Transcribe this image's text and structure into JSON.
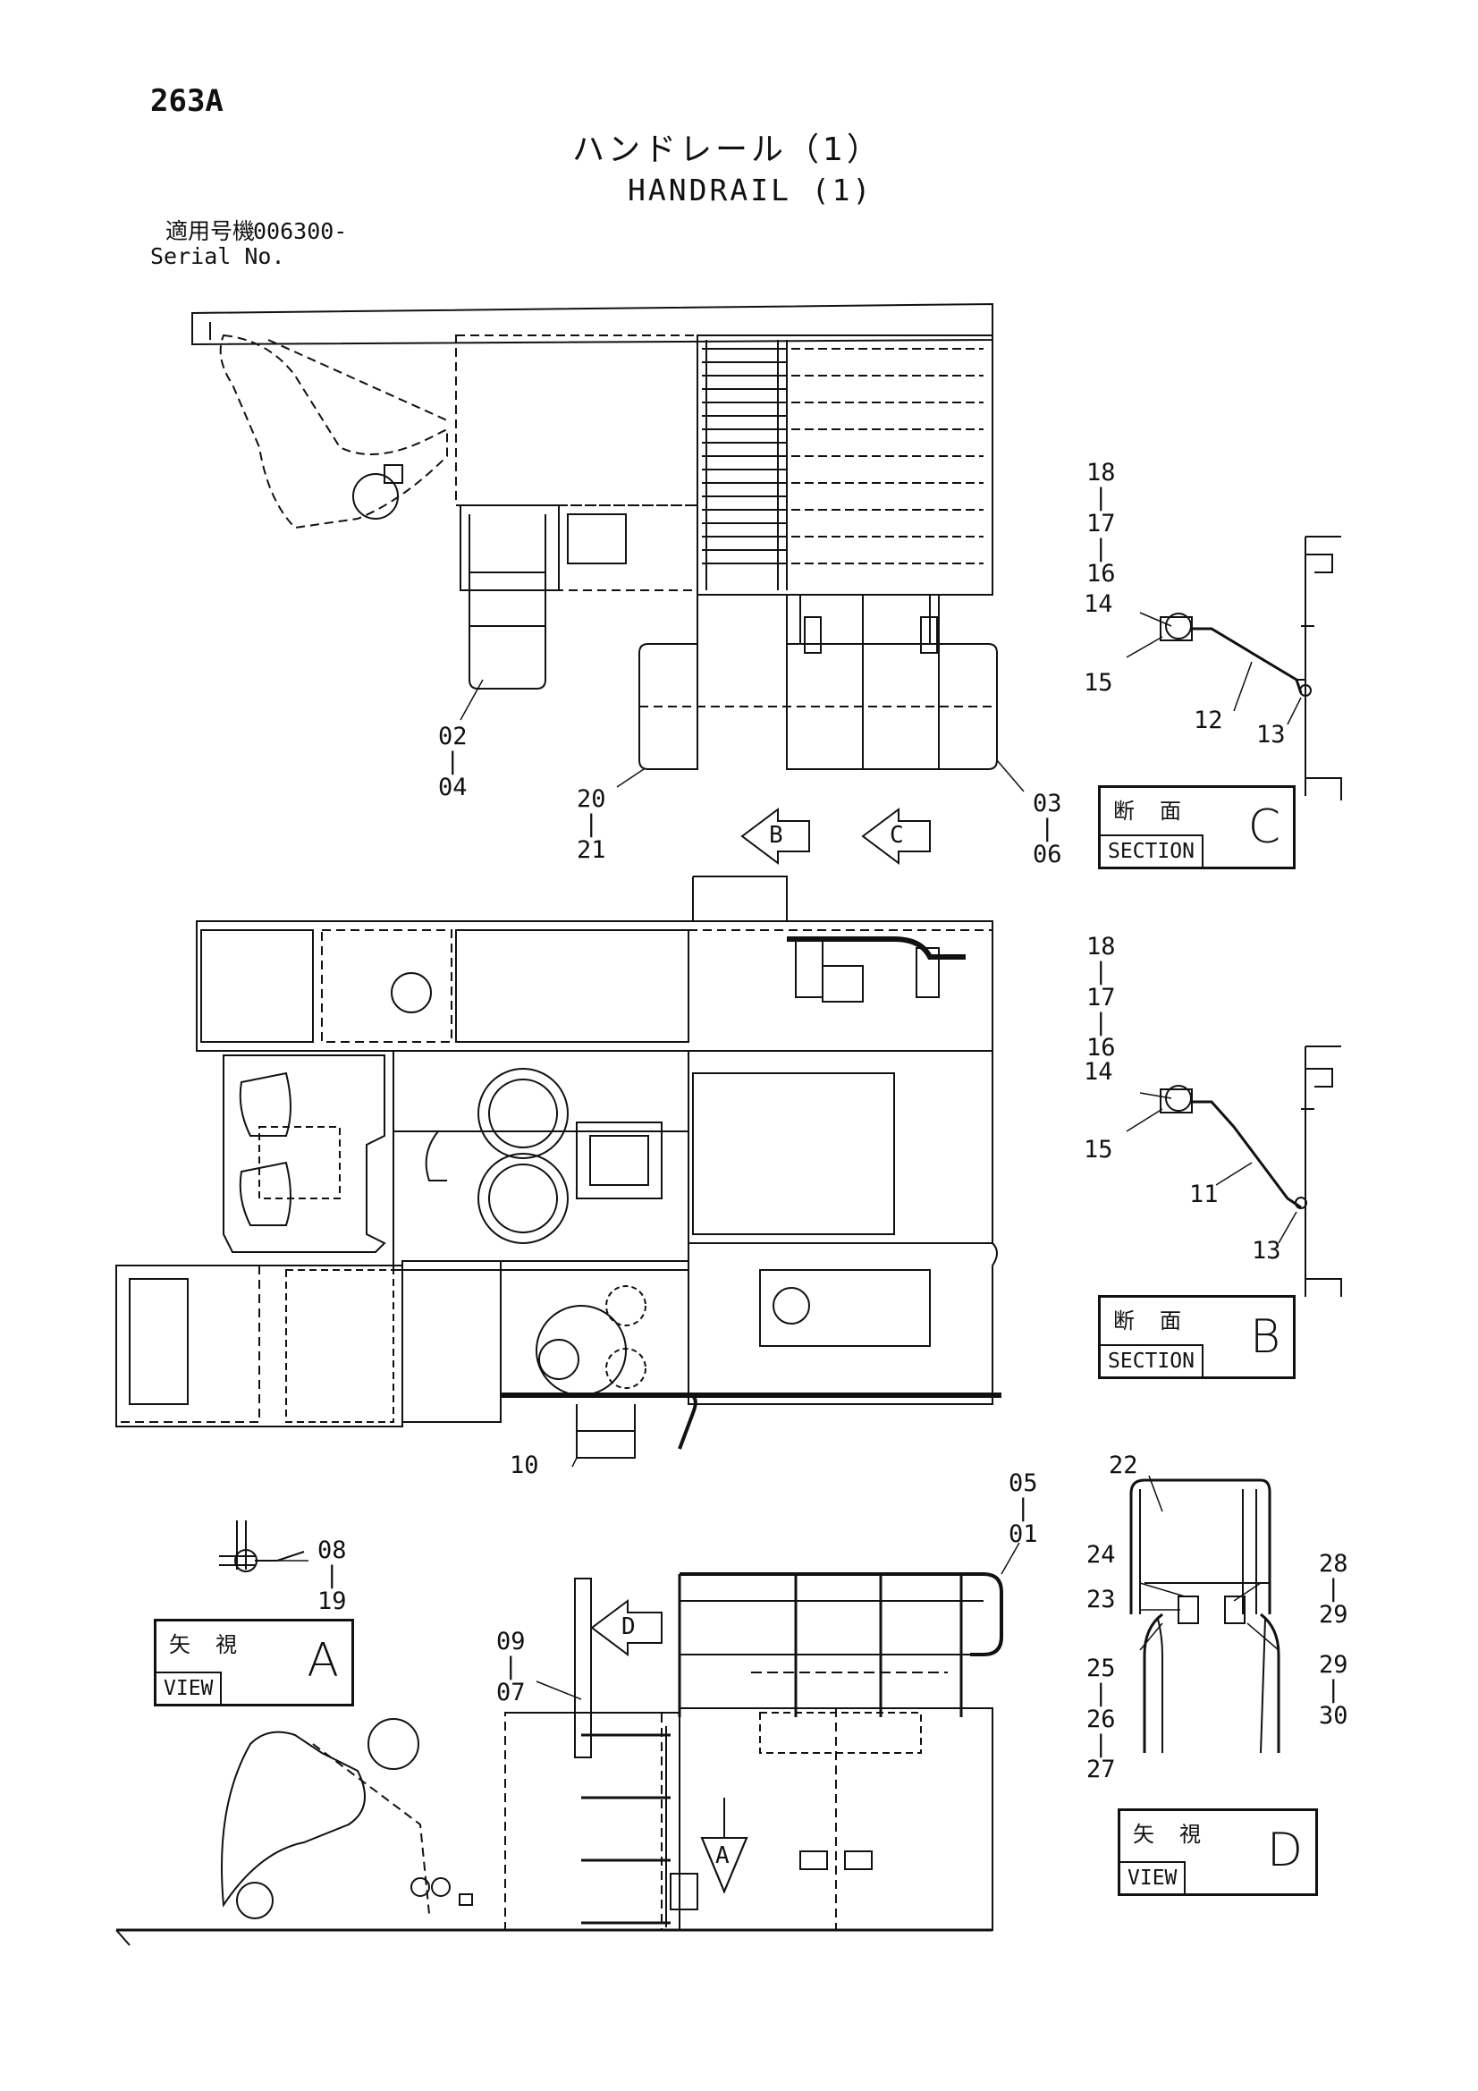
{
  "header": {
    "page_number": "263A",
    "title_jp": "ハンドレール（1）",
    "title_en": "HANDRAIL (1)",
    "serial_label_jp": "適用号機",
    "serial_number": "006300-",
    "serial_label_en": "Serial No."
  },
  "callouts": {
    "c02_04": "02\n|\n04",
    "c20_21": "20\n|\n21",
    "c03_06": "03\n|\n06",
    "c10": "10",
    "c05_01": "05\n|\n01",
    "c08_19": "08\n|\n19",
    "c09_07": "09\n|\n07",
    "c22": "22",
    "c24": "24",
    "c23": "23",
    "c25_27": "25\n|\n26\n|\n27",
    "c28_29": "28\n|\n29",
    "c29_30": "29\n|\n30",
    "secC_stack": "18\n|\n17\n|\n16",
    "secC_14": "14",
    "secC_15": "15",
    "secC_12": "12",
    "secC_13": "13",
    "secB_stack": "18\n|\n17\n|\n16",
    "secB_14": "14",
    "secB_15": "15",
    "secB_11": "11",
    "secB_13": "13"
  },
  "arrows": {
    "arrow_b": "B",
    "arrow_c": "C",
    "arrow_d": "D",
    "arrow_a": "A"
  },
  "boxes": {
    "section_c": {
      "jp": "断面",
      "en": "SECTION",
      "letter": "C"
    },
    "section_b": {
      "jp": "断面",
      "en": "SECTION",
      "letter": "B"
    },
    "view_a": {
      "jp": "矢視",
      "en": "VIEW",
      "letter": "A"
    },
    "view_d": {
      "jp": "矢視",
      "en": "VIEW",
      "letter": "D"
    }
  }
}
